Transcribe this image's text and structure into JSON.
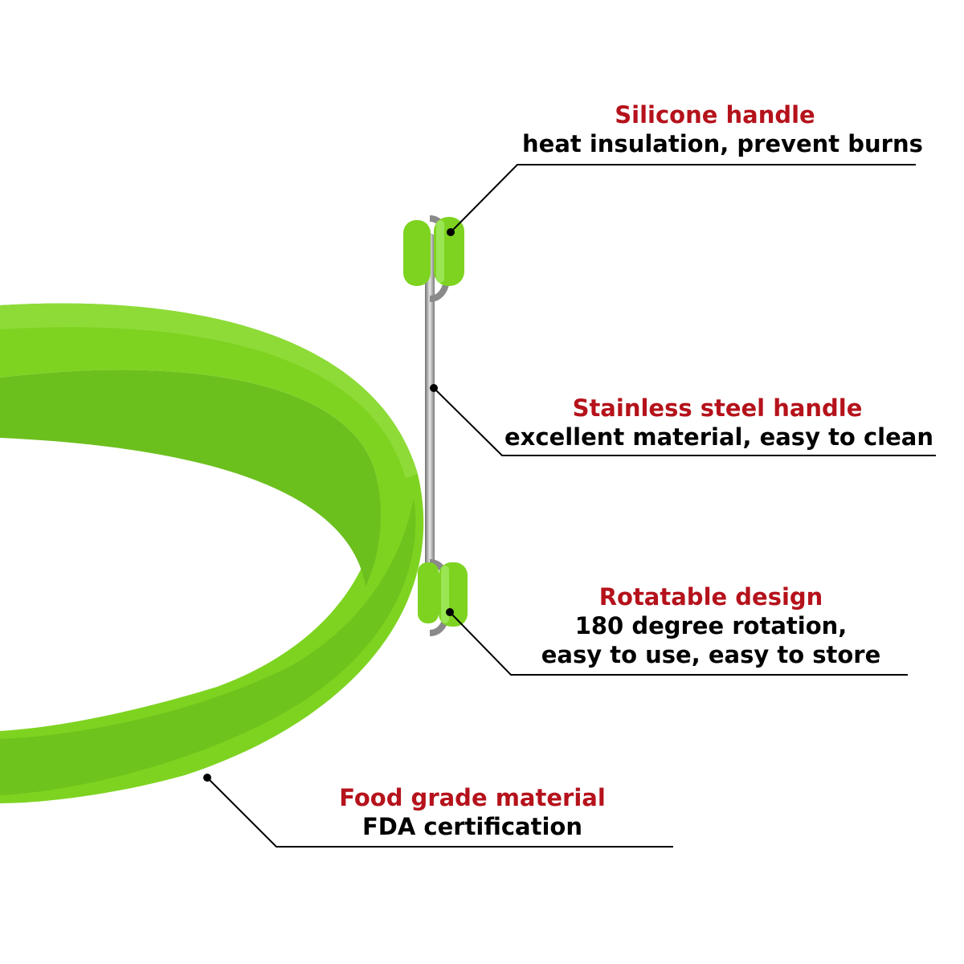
{
  "product": {
    "name_icon": "egg-ring-icon",
    "colors": {
      "silicone": "#7ED321",
      "silicone_dark": "#63B51B",
      "steel": "#9C9C9C",
      "title_red": "#B5121B",
      "leader": "#000000"
    }
  },
  "callouts": {
    "silicone_handle": {
      "title": "Silicone handle",
      "desc": "heat insulation, prevent burns"
    },
    "steel_handle": {
      "title": "Stainless steel handle",
      "desc": "excellent material, easy to clean"
    },
    "rotatable": {
      "title": "Rotatable design",
      "desc_line1": "180 degree rotation,",
      "desc_line2": "easy to use, easy to store"
    },
    "food_grade": {
      "title": "Food grade material",
      "desc": "FDA certification"
    }
  }
}
